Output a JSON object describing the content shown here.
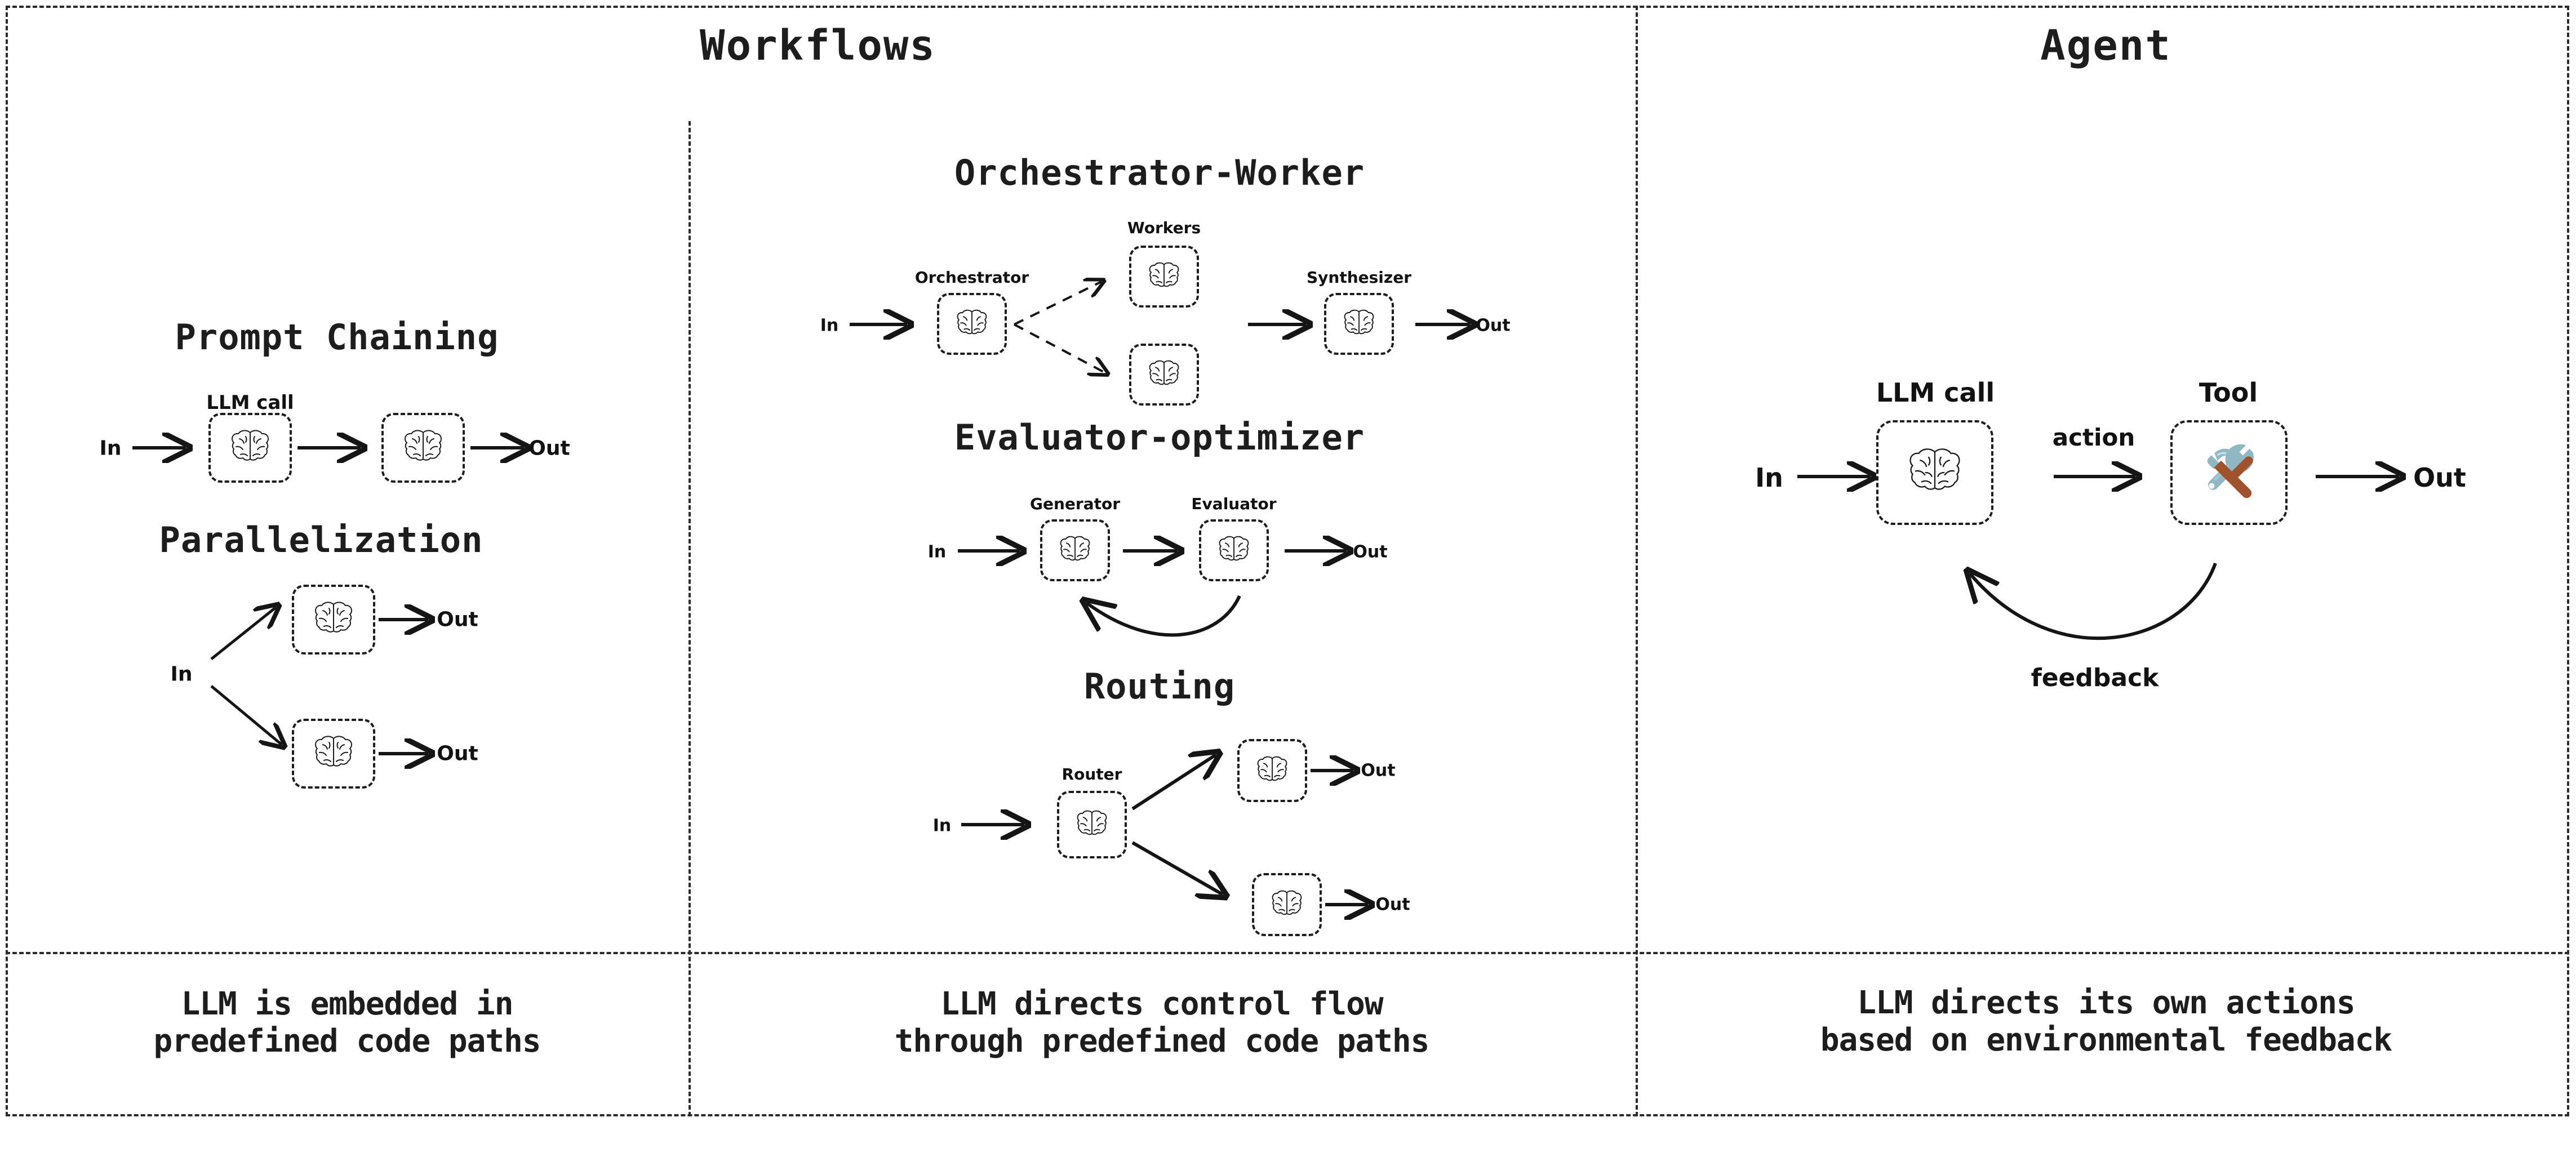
{
  "columns": {
    "workflows_title": "Workflows",
    "agent_title": "Agent"
  },
  "captions": {
    "workflows_left": [
      "LLM is embedded in",
      "predefined code paths"
    ],
    "workflows_right": [
      "LLM directs control flow",
      "through predefined code paths"
    ],
    "agent": [
      "LLM directs its own actions",
      "based on environmental feedback"
    ]
  },
  "io": {
    "in": "In",
    "out": "Out"
  },
  "icons": {
    "brain": "brain-icon",
    "tool": "hammer-and-wrench-icon"
  },
  "colors": {
    "ink": "#1d1d1d",
    "tool_metal": "#8FB8C4",
    "tool_metal_dark": "#6E9DAC",
    "tool_handle": "#A0522D",
    "tool_handle_dark": "#8a4522"
  },
  "blocks": [
    {
      "id": "prompt-chaining",
      "title": "Prompt Chaining",
      "node_labels": [
        "LLM call"
      ],
      "io_in": "In",
      "io_out": "Out"
    },
    {
      "id": "parallelization",
      "title": "Parallelization",
      "node_labels": [],
      "io_in": "In",
      "io_out": [
        "Out",
        "Out"
      ]
    },
    {
      "id": "orchestrator-worker",
      "title": "Orchestrator-Worker",
      "node_labels": [
        "Orchestrator",
        "Workers",
        "Synthesizer"
      ],
      "io_in": "In",
      "io_out": "Out"
    },
    {
      "id": "evaluator-optimizer",
      "title": "Evaluator-optimizer",
      "node_labels": [
        "Generator",
        "Evaluator"
      ],
      "io_in": "In",
      "io_out": "Out"
    },
    {
      "id": "routing",
      "title": "Routing",
      "node_labels": [
        "Router"
      ],
      "io_in": "In",
      "io_out": [
        "Out",
        "Out"
      ]
    },
    {
      "id": "agent",
      "title": "",
      "node_labels": [
        "LLM call",
        "Tool"
      ],
      "edge_labels": [
        "action",
        "feedback"
      ],
      "io_in": "In",
      "io_out": "Out"
    }
  ],
  "labels": {
    "llm_call": "LLM call",
    "orchestrator": "Orchestrator",
    "workers": "Workers",
    "synthesizer": "Synthesizer",
    "generator": "Generator",
    "evaluator": "Evaluator",
    "router": "Router",
    "tool": "Tool",
    "action": "action",
    "feedback": "feedback"
  },
  "titles": {
    "prompt_chaining": "Prompt Chaining",
    "parallelization": "Parallelization",
    "orchestrator_worker": "Orchestrator-Worker",
    "evaluator_optimizer": "Evaluator-optimizer",
    "routing": "Routing"
  }
}
